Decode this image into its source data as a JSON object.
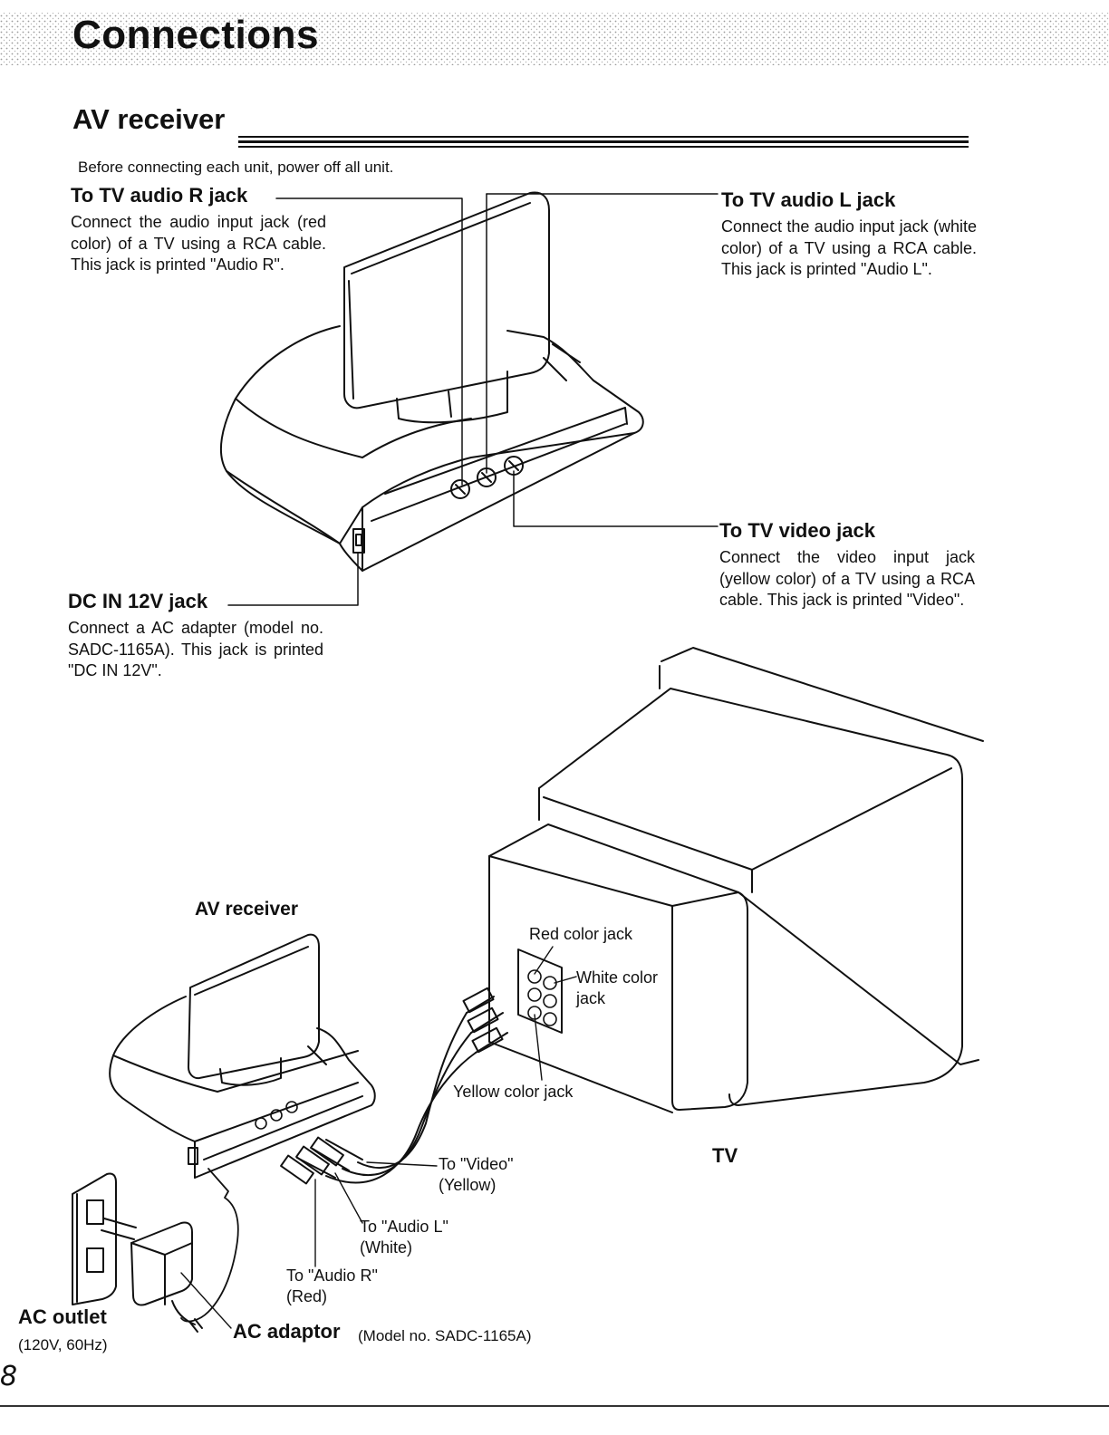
{
  "page": {
    "title": "Connections",
    "section": "AV receiver",
    "intro": "Before connecting each unit, power off all unit.",
    "page_number": "8"
  },
  "callouts": {
    "audio_r": {
      "heading": "To TV audio R jack",
      "body": "Connect the audio input jack (red color) of a TV  using a RCA cable. This jack is printed \"Audio R\"."
    },
    "audio_l": {
      "heading": "To TV audio L jack",
      "body": "Connect the audio input jack (white color) of a TV  using a RCA cable. This jack is printed \"Audio L\"."
    },
    "video": {
      "heading": "To TV video jack",
      "body": "Connect the video input jack (yellow color) of a TV  using a RCA cable. This jack is printed \"Video\"."
    },
    "dc_in": {
      "heading": "DC IN 12V jack",
      "body": "Connect a AC adapter (model no. SADC-1165A). This jack is printed \"DC IN 12V\"."
    }
  },
  "diagram": {
    "av_receiver": "AV receiver",
    "red_jack": "Red color jack",
    "white_jack": "White color jack",
    "yellow_jack": "Yellow color jack",
    "to_video": "To \"Video\" (Yellow)",
    "to_audio_l": "To \"Audio L\" (White)",
    "to_audio_r": "To \"Audio R\" (Red)",
    "tv": "TV",
    "ac_outlet": "AC outlet",
    "ac_outlet_spec": "(120V, 60Hz)",
    "ac_adaptor": "AC adaptor",
    "ac_adaptor_model": "(Model no. SADC-1165A)"
  }
}
